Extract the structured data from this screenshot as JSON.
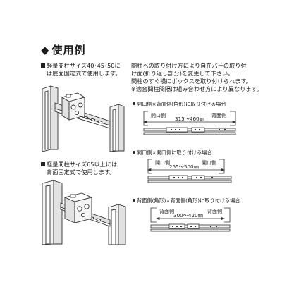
{
  "heading": {
    "marker": "◆",
    "text": "使用例"
  },
  "left_notes": [
    {
      "line1": "軽量間柱サイズ40･45･50に",
      "line2": "は底面固定式で使用します。"
    },
    {
      "line1": "軽量間柱サイズ65以上には",
      "line2": "背面固定式で使用します。"
    }
  ],
  "right_notes": {
    "lines": [
      "間柱への取り付け方により自在バーの取り付",
      "け面(折り返し部分)を変更して下さい。",
      "間柱のすぐ横にボックスを取り付けられます。",
      "※適合間柱間隔は組み合わせ方により異なります。"
    ]
  },
  "cases": [
    {
      "title": "開口側×背面側(角形)に取り付ける場合",
      "left_label": "開口側",
      "right_label": "背面側",
      "range": "315～460㎜"
    },
    {
      "title": "開口側×開口側に取り付ける場合",
      "left_label": "開口側",
      "right_label": "開口側",
      "range": "255～500㎜"
    },
    {
      "title": "背面側(角形)×背面側(角形)に取り付ける場合",
      "left_label": "背面側",
      "right_label": "背面側",
      "range": "300～420㎜"
    }
  ],
  "colors": {
    "ink": "#1a1a1a",
    "line": "#333333",
    "fill_light": "#f4f4f4",
    "fill_mid": "#e2e2e2"
  }
}
